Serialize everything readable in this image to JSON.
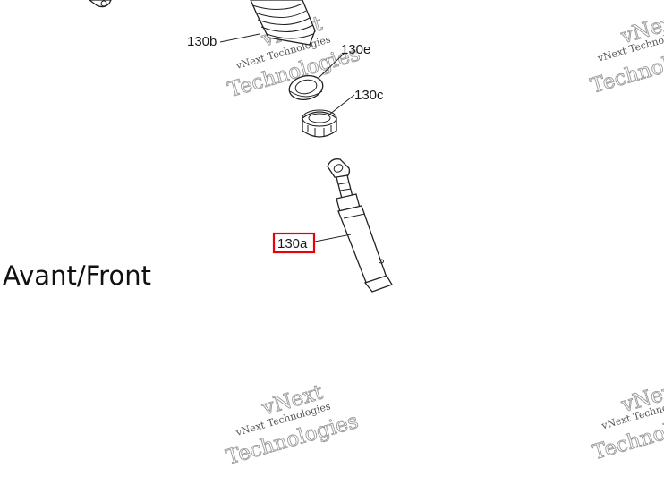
{
  "orientation_label": "Avant/Front",
  "watermark": {
    "line1": "vNext",
    "line2": "vNext Technologies",
    "line3": "Technologies"
  },
  "callouts": {
    "spring": "130b",
    "washer": "130e",
    "retainer": "130c",
    "shock": "130a"
  },
  "highlight_color": "#e8000b"
}
